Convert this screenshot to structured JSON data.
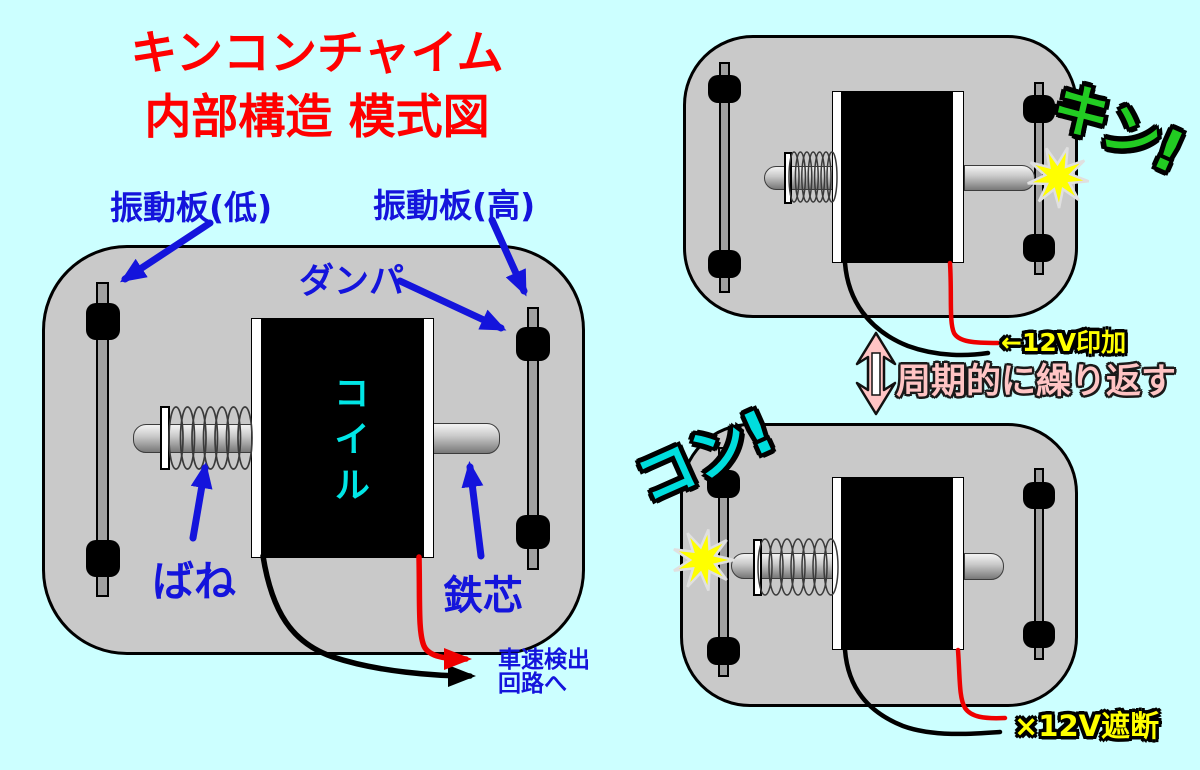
{
  "title": {
    "line1": "キンコンチャイム",
    "line2": "内部構造 模式図"
  },
  "labels": {
    "plate_low": "振動板(低)",
    "plate_high": "振動板(高)",
    "damper": "ダンパ",
    "coil": "コイル",
    "spring": "ばね",
    "iron_core": "鉄芯",
    "wire_dest_line1": "車速検出",
    "wire_dest_line2": "回路へ"
  },
  "states": {
    "powered": {
      "sfx": "キン!",
      "note": "←12V印加"
    },
    "unpowered": {
      "sfx": "コン!",
      "note": "×12V遮断"
    },
    "cycle_note": "周期的に繰り返す"
  },
  "colors": {
    "background": "#CCFFFF",
    "body-gray": "#C9C9C9",
    "plate-gray": "#A0A0A0",
    "accent-red": "#FF0000",
    "label-blue": "#1414DC",
    "coil-cyan": "#00E6E6",
    "sfx-green": "#22CC22",
    "sfx-cyan": "#00DDDD",
    "note-yellow": "#FFFF00",
    "cycle-pink": "#FFC4C4",
    "wire-red": "#EE0000",
    "wire-black": "#000000",
    "impact-yellow": "#FFFF00"
  }
}
